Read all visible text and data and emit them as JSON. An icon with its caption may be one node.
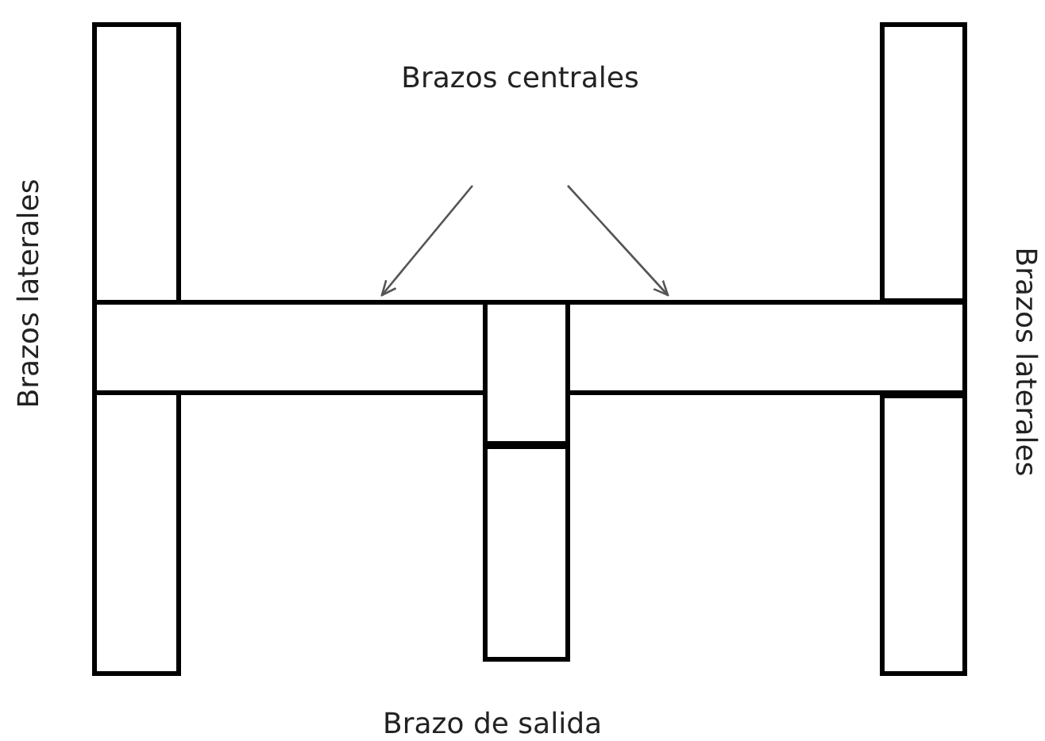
{
  "diagram": {
    "nodes": [
      {
        "text": [
          "Brazos centrales"
        ]
      },
      {
        "text": [],
        "shape": "box"
      },
      {
        "text": [],
        "shape": "box"
      }
    ],
    "edges": [
      {
        "from": 0,
        "to": 1,
        "arrow": "to"
      },
      {
        "from": 0,
        "to": 2,
        "arrow": "to"
      }
    ],
    "labels": [
      "Brazos laterales",
      "Brazos laterales",
      "Brazo de salida"
    ]
  }
}
